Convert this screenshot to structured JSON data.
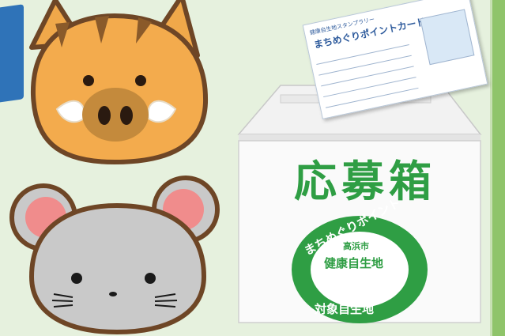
{
  "box": {
    "label": "応募箱"
  },
  "stamp": {
    "ring_top": "まちめぐりポイント",
    "ring_bottom": "対象自生地",
    "city": "高浜市",
    "center": "健康自生地"
  },
  "card": {
    "subtitle": "健康自生地スタンプラリー",
    "title": "まちめぐりポイントカード"
  },
  "colors": {
    "background": "#e6f1de",
    "accent_green": "#2f9e44",
    "card_blue": "#2d5a9c",
    "boar_orange": "#f0a84a",
    "mouse_gray": "#c8c8c8"
  }
}
